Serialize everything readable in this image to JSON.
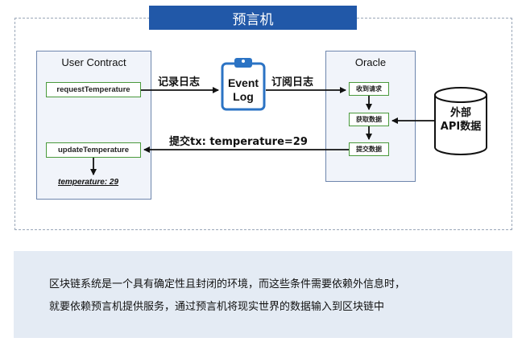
{
  "title": "预言机",
  "user_contract": {
    "title": "User Contract",
    "request_fn": "requestTemperature",
    "update_fn": "updateTemperature",
    "result_note": "temperature: 29"
  },
  "event_log": {
    "line1": "Event",
    "line2": "Log"
  },
  "oracle": {
    "title": "Oracle",
    "steps": [
      "收到请求",
      "获取数据",
      "提交数据"
    ]
  },
  "external_api": {
    "line1": "外部",
    "line2": "API数据"
  },
  "arrows": {
    "record_log_left": "记录日志",
    "subscribe_log": "订阅日志",
    "submit_tx": "提交tx: temperature=29"
  },
  "description": {
    "line1": "区块链系统是一个具有确定性且封闭的环境，而这些条件需要依赖外信息时，",
    "line2": "就要依赖预言机提供服务，通过预言机将现实世界的数据输入到区块链中"
  },
  "colors": {
    "title_bar": "#2158a8",
    "panel_border": "#6e86ad",
    "step_border": "#4a9a3c",
    "log_blue": "#2b73c4",
    "info_bg": "#e4ebf4"
  }
}
